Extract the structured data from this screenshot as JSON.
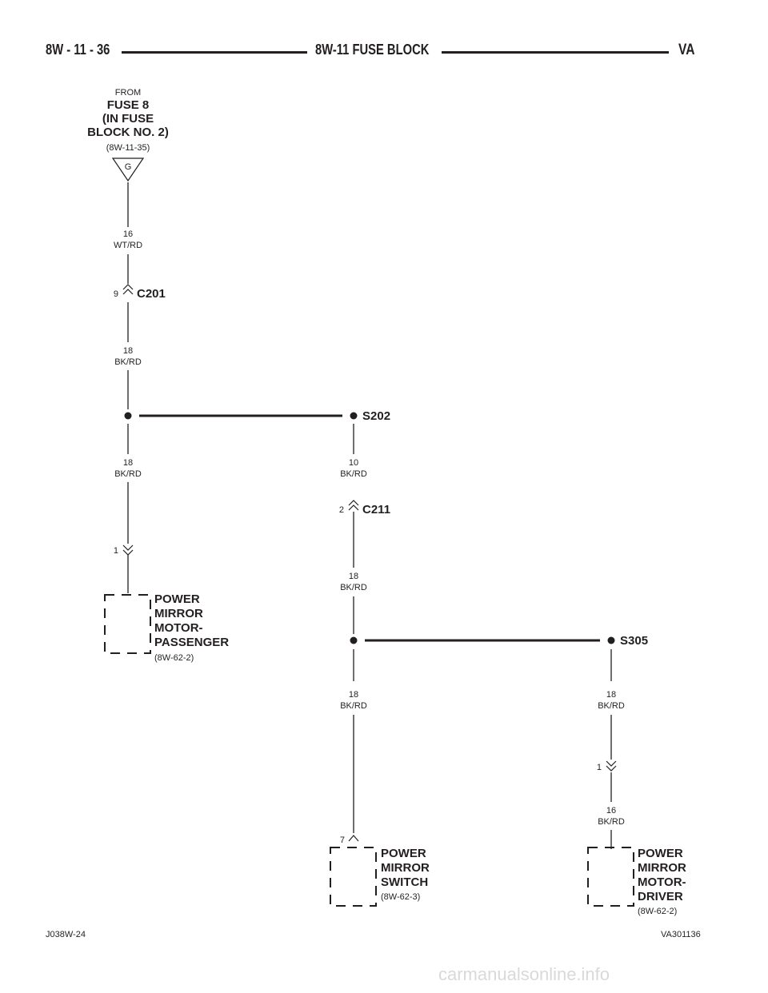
{
  "header": {
    "left": "8W - 11 - 36",
    "center": "8W-11 FUSE BLOCK",
    "right": "VA"
  },
  "source": {
    "from": "FROM",
    "line1": "FUSE 8",
    "line2": "(IN FUSE",
    "line3": "BLOCK NO. 2)",
    "ref": "(8W-11-35)",
    "letter": "G"
  },
  "wires": {
    "w1": {
      "gauge": "16",
      "color": "WT/RD"
    },
    "w2": {
      "gauge": "18",
      "color": "BK/RD"
    },
    "w3": {
      "gauge": "18",
      "color": "BK/RD"
    },
    "w4": {
      "gauge": "10",
      "color": "BK/RD"
    },
    "w5": {
      "gauge": "18",
      "color": "BK/RD"
    },
    "w6": {
      "gauge": "18",
      "color": "BK/RD"
    },
    "w7": {
      "gauge": "18",
      "color": "BK/RD"
    },
    "w8": {
      "gauge": "16",
      "color": "BK/RD"
    }
  },
  "connectors": {
    "c201": {
      "name": "C201",
      "pin": "9"
    },
    "c211": {
      "name": "C211",
      "pin": "2"
    },
    "pass_pin": "1",
    "driver_pin": "1",
    "switch_pin": "7"
  },
  "splices": {
    "s202": "S202",
    "s305": "S305"
  },
  "components": {
    "passenger": {
      "l1": "POWER",
      "l2": "MIRROR",
      "l3": "MOTOR-",
      "l4": "PASSENGER",
      "ref": "(8W-62-2)"
    },
    "switch": {
      "l1": "POWER",
      "l2": "MIRROR",
      "l3": "SWITCH",
      "ref": "(8W-62-3)"
    },
    "driver": {
      "l1": "POWER",
      "l2": "MIRROR",
      "l3": "MOTOR-",
      "l4": "DRIVER",
      "ref": "(8W-62-2)"
    }
  },
  "footer": {
    "left": "J038W-24",
    "right": "VA301136"
  },
  "watermark": "carmanualsonline.info"
}
